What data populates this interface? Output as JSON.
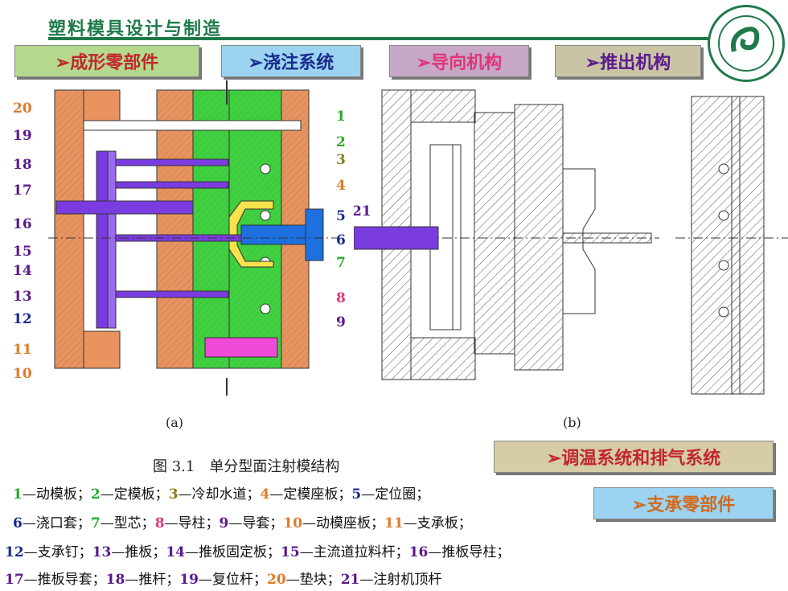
{
  "header": {
    "title": "塑料模具设计与制造"
  },
  "buttons": [
    {
      "label": "➢成形零部件",
      "bg": "#b4d98e",
      "fg": "#c1272d"
    },
    {
      "label": "➢浇注系统",
      "bg": "#9bd3f0",
      "fg": "#1a2b8c"
    },
    {
      "label": "➢导向机构",
      "bg": "#c6a8c6",
      "fg": "#e0357a"
    },
    {
      "label": "➢推出机构",
      "bg": "#c9c4a6",
      "fg": "#5b1a8c"
    },
    {
      "label": "➢调温系统和排气系统",
      "bg": "#d6cca6",
      "fg": "#c1272d"
    },
    {
      "label": "➢支承零部件",
      "bg": "#9bd3f0",
      "fg": "#d2691e"
    }
  ],
  "figure": {
    "caption_a": "(a)",
    "caption_b": "(b)",
    "title": "图 3.1　单分型面注射模结构",
    "left_numbers": [
      "20",
      "19",
      "18",
      "17",
      "16",
      "15",
      "14",
      "13",
      "12",
      "11",
      "10"
    ],
    "right_numbers": [
      "1",
      "2",
      "3",
      "4",
      "5",
      "6",
      "7",
      "8",
      "9"
    ],
    "label_21": "21"
  },
  "legend": [
    [
      {
        "num": "1",
        "text": "—动模板；",
        "color": "#2aa82a"
      },
      {
        "num": "2",
        "text": "—定模板；",
        "color": "#2aa82a"
      },
      {
        "num": "3",
        "text": "—冷却水道；",
        "color": "#8b7a1a"
      },
      {
        "num": "4",
        "text": "—定模座板；",
        "color": "#e07a2a"
      },
      {
        "num": "5",
        "text": "—定位圈；",
        "color": "#1a2b8c"
      }
    ],
    [
      {
        "num": "6",
        "text": "—浇口套；",
        "color": "#1a2b8c"
      },
      {
        "num": "7",
        "text": "—型芯；",
        "color": "#2aa82a"
      },
      {
        "num": "8",
        "text": "—导柱；",
        "color": "#e0357a"
      },
      {
        "num": "9",
        "text": "—导套；",
        "color": "#5b1a8c"
      },
      {
        "num": "10",
        "text": "—动模座板；",
        "color": "#e07a2a"
      },
      {
        "num": "11",
        "text": "—支承板；",
        "color": "#e07a2a"
      }
    ],
    [
      {
        "num": "12",
        "text": "—支承钉；",
        "color": "#1a2b8c"
      },
      {
        "num": "13",
        "text": "—推板；",
        "color": "#5b1a8c"
      },
      {
        "num": "14",
        "text": "—推板固定板；",
        "color": "#5b1a8c"
      },
      {
        "num": "15",
        "text": "—主流道拉料杆；",
        "color": "#5b1a8c"
      },
      {
        "num": "16",
        "text": "—推板导柱；",
        "color": "#5b1a8c"
      }
    ],
    [
      {
        "num": "17",
        "text": "—推板导套；",
        "color": "#5b1a8c"
      },
      {
        "num": "18",
        "text": "—推杆；",
        "color": "#5b1a8c"
      },
      {
        "num": "19",
        "text": "—复位杆；",
        "color": "#5b1a8c"
      },
      {
        "num": "20",
        "text": "—垫块；",
        "color": "#e07a2a"
      },
      {
        "num": "21",
        "text": "—注射机顶杆",
        "color": "#5b1a8c"
      }
    ]
  ]
}
